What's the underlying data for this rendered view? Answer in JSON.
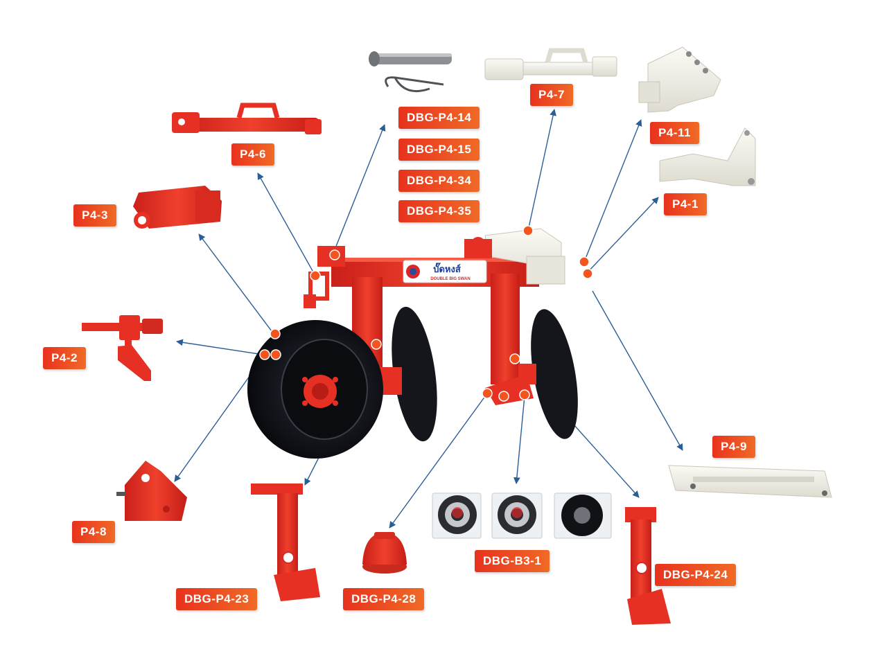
{
  "colors": {
    "frame_red": "#e53023",
    "disc_black": "#14161c",
    "white_part": "#f2f0e8",
    "arrow_blue": "#2a5e96",
    "marker_orange": "#f4551e",
    "label_gradient_start": "#e8321e",
    "label_gradient_end": "#f06a26"
  },
  "labels": {
    "p4_6": "P4-6",
    "p4_3": "P4-3",
    "p4_2": "P4-2",
    "p4_8": "P4-8",
    "dbg_p4_14": "DBG-P4-14",
    "dbg_p4_15": "DBG-P4-15",
    "dbg_p4_34": "DBG-P4-34",
    "dbg_p4_35": "DBG-P4-35",
    "p4_7": "P4-7",
    "p4_11": "P4-11",
    "p4_1": "P4-1",
    "p4_9": "P4-9",
    "dbg_p4_23": "DBG-P4-23",
    "dbg_p4_28": "DBG-P4-28",
    "dbg_b3_1": "DBG-B3-1",
    "dbg_p4_24": "DBG-P4-24"
  },
  "brand": {
    "logo_text": "บั๊ดหงส์",
    "logo_subtext": "DOUBLE BIG SWAN"
  }
}
